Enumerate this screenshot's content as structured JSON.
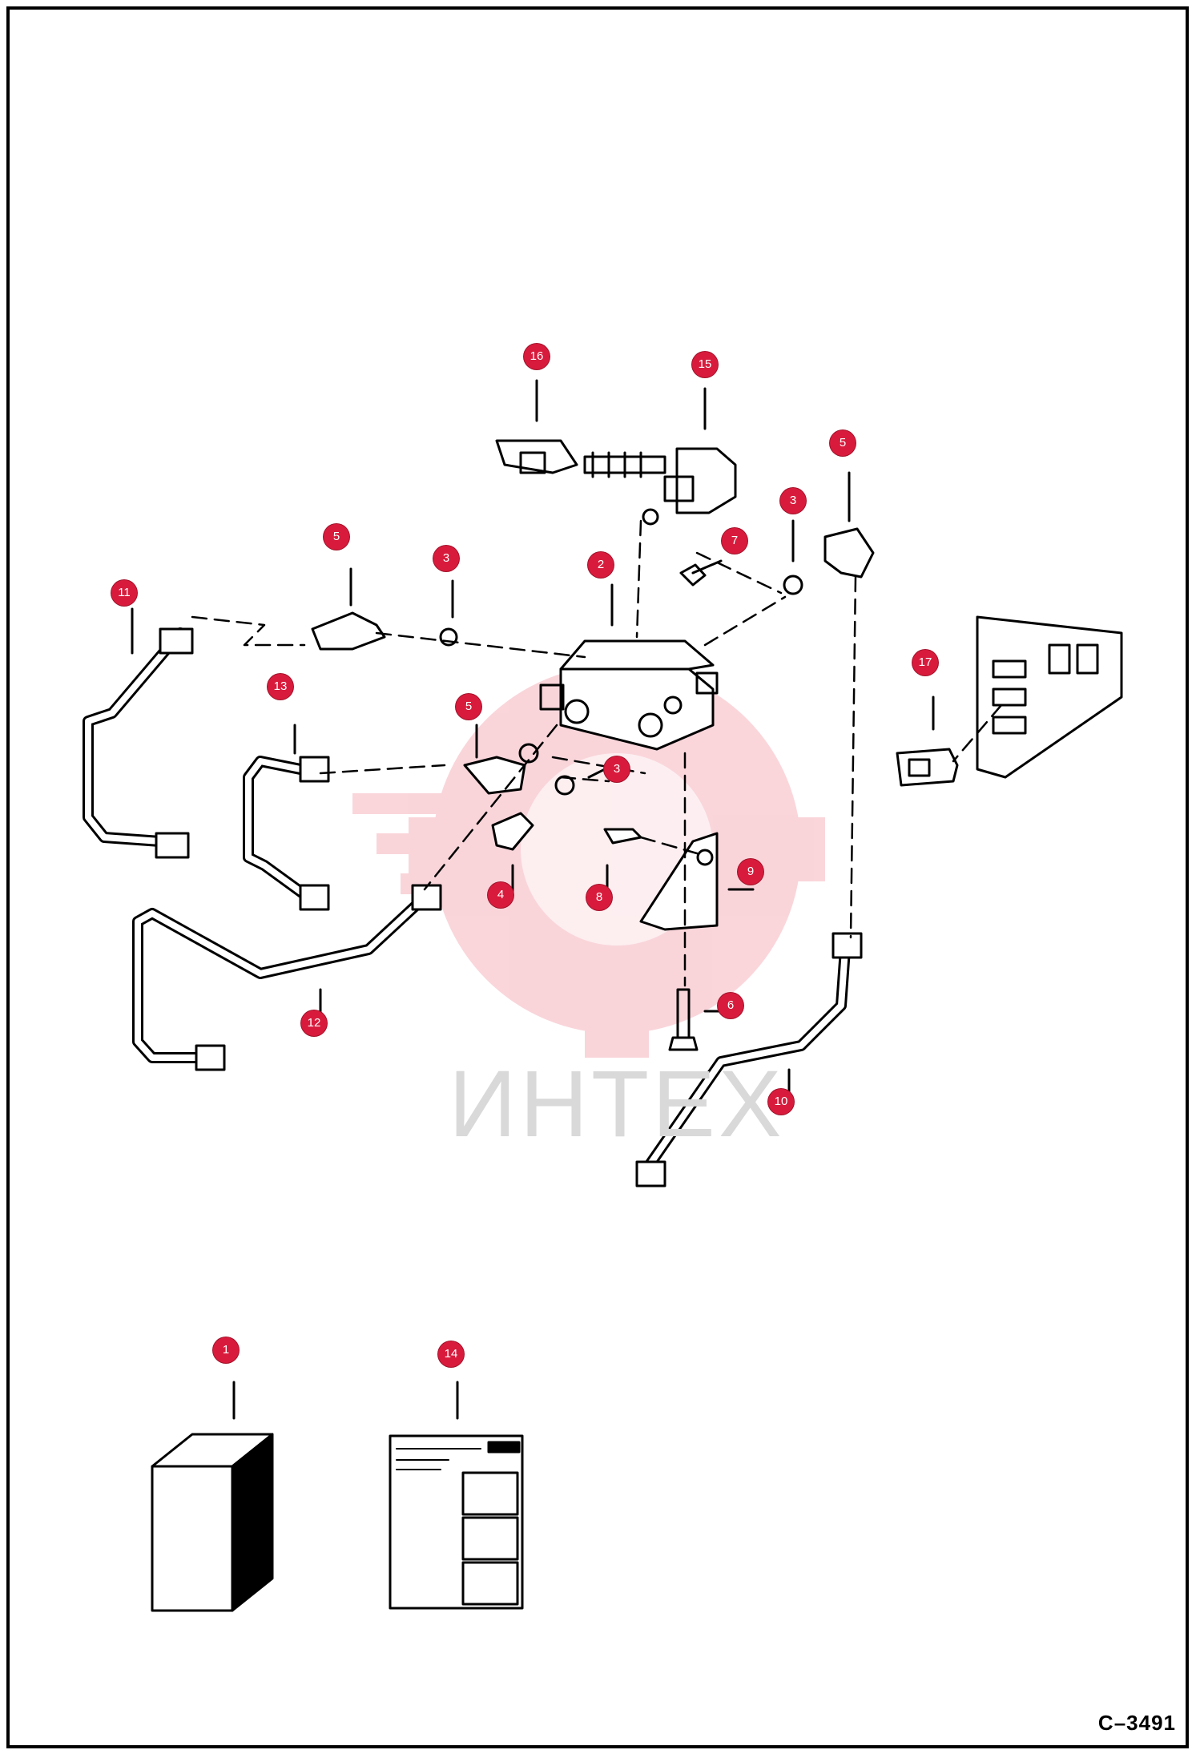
{
  "callouts": [
    {
      "id": "c16",
      "label": "16"
    },
    {
      "id": "c15",
      "label": "15"
    },
    {
      "id": "c5a",
      "label": "5"
    },
    {
      "id": "c3a",
      "label": "3"
    },
    {
      "id": "c7",
      "label": "7"
    },
    {
      "id": "c5b",
      "label": "5"
    },
    {
      "id": "c3b",
      "label": "3"
    },
    {
      "id": "c2",
      "label": "2"
    },
    {
      "id": "c11",
      "label": "11"
    },
    {
      "id": "c13",
      "label": "13"
    },
    {
      "id": "c5c",
      "label": "5"
    },
    {
      "id": "c3c",
      "label": "3"
    },
    {
      "id": "c17",
      "label": "17"
    },
    {
      "id": "c4",
      "label": "4"
    },
    {
      "id": "c8",
      "label": "8"
    },
    {
      "id": "c9",
      "label": "9"
    },
    {
      "id": "c12",
      "label": "12"
    },
    {
      "id": "c6",
      "label": "6"
    },
    {
      "id": "c10",
      "label": "10"
    },
    {
      "id": "c1",
      "label": "1"
    },
    {
      "id": "c14",
      "label": "14"
    }
  ],
  "drawing_code": "C–3491",
  "watermark": "ИНТЕХ",
  "colors": {
    "callout": "#d81b3c",
    "line": "#000000",
    "watermark": "#f4c9ce"
  }
}
